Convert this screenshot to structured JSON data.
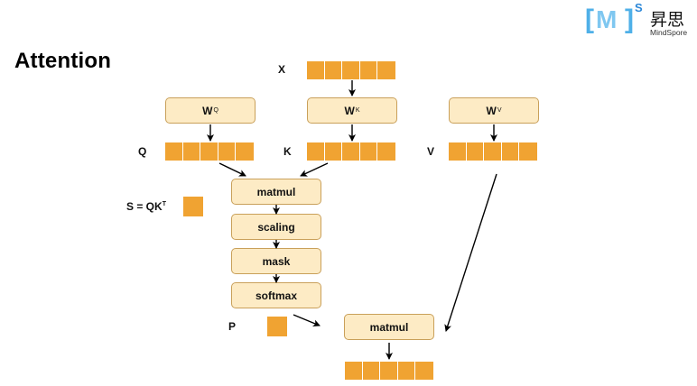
{
  "slide": {
    "title": "Attention"
  },
  "logo": {
    "bracket_left": "[",
    "letter": "M",
    "bracket_right": "]",
    "superscript": "S",
    "chinese_name": "昇思",
    "english_name": "MindSpore"
  },
  "diagram": {
    "labels": {
      "x": "X",
      "q": "Q",
      "k": "K",
      "v": "V",
      "s_formula_base": "S = QK",
      "s_formula_sup": "T",
      "p": "P"
    },
    "weights": {
      "wq": {
        "base": "W",
        "sub": "Q"
      },
      "wk": {
        "base": "W",
        "sub": "K"
      },
      "wv": {
        "base": "W",
        "sub": "V"
      }
    },
    "pipeline": [
      "matmul",
      "scaling",
      "mask",
      "softmax"
    ],
    "output_op": "matmul",
    "vector_length": 5,
    "colors": {
      "vector_fill": "#f0a332",
      "box_fill": "#fdebc5",
      "box_border": "#c9a05a"
    }
  }
}
